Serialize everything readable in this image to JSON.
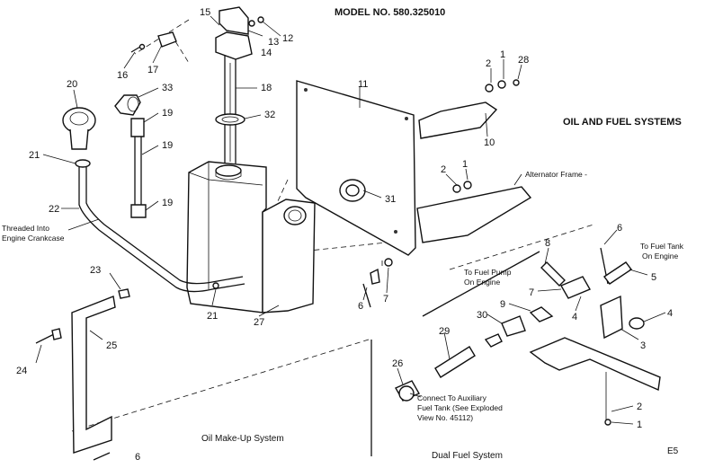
{
  "header": {
    "model": "MODEL NO. 580.325010",
    "section_title": "OIL AND FUEL SYSTEMS",
    "page_code": "E5"
  },
  "captions": {
    "oil_makeup": "Oil Make-Up System",
    "dual_fuel": "Dual Fuel System"
  },
  "notes": {
    "alternator_frame": "Alternator Frame -",
    "threaded_1": "Threaded Into",
    "threaded_2": "Engine Crankcase",
    "fuel_pump_1": "To Fuel Pump",
    "fuel_pump_2": "On Engine",
    "fuel_tank_1": "To Fuel Tank",
    "fuel_tank_2": "On Engine",
    "connect_1": "Connect To Auxiliary",
    "connect_2": "Fuel Tank (See Exploded",
    "connect_3": "View No. 45112)"
  },
  "callouts": {
    "c15": "15",
    "c14": "14",
    "c13": "13",
    "c12": "12",
    "c16": "16",
    "c17": "17",
    "c20": "20",
    "c33": "33",
    "c18": "18",
    "c32": "32",
    "c19a": "19",
    "c19b": "19",
    "c19c": "19",
    "c21a": "21",
    "c22": "22",
    "c21b": "21",
    "c23": "23",
    "c25": "25",
    "c24": "24",
    "c6a": "6",
    "c27": "27",
    "c11": "11",
    "c31": "31",
    "c2a": "2",
    "c1a": "1",
    "c28": "28",
    "c10": "10",
    "c2b": "2",
    "c1b": "1",
    "c6b": "6",
    "c7a": "7",
    "c8": "8",
    "c6c": "6",
    "c5": "5",
    "c7b": "7",
    "c4a": "4",
    "c4b": "4",
    "c9": "9",
    "c30": "30",
    "c3": "3",
    "c29": "29",
    "c26": "26",
    "c2c": "2",
    "c1c": "1"
  }
}
